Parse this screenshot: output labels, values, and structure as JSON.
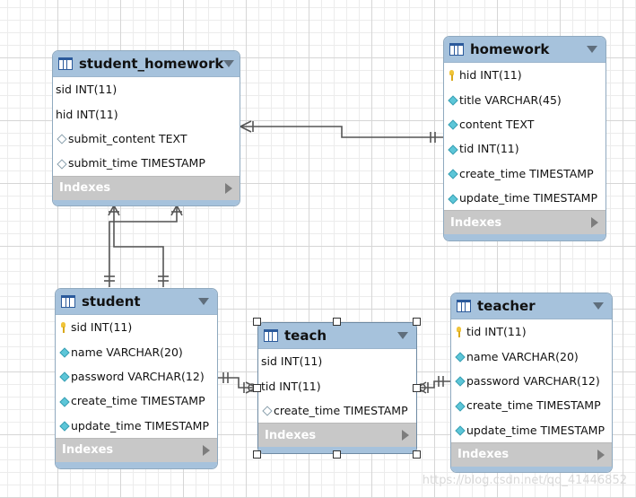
{
  "tables": {
    "student_homework": {
      "name": "student_homework",
      "columns": [
        {
          "icon": "none",
          "text": "sid INT(11)"
        },
        {
          "icon": "none",
          "text": "hid INT(11)"
        },
        {
          "icon": "diamond-empty",
          "text": "submit_content TEXT"
        },
        {
          "icon": "diamond-empty",
          "text": "submit_time TIMESTAMP"
        }
      ],
      "indexes_label": "Indexes"
    },
    "homework": {
      "name": "homework",
      "columns": [
        {
          "icon": "key",
          "text": "hid INT(11)"
        },
        {
          "icon": "diamond",
          "text": "title VARCHAR(45)"
        },
        {
          "icon": "diamond",
          "text": "content TEXT"
        },
        {
          "icon": "diamond",
          "text": "tid INT(11)"
        },
        {
          "icon": "diamond",
          "text": "create_time TIMESTAMP"
        },
        {
          "icon": "diamond",
          "text": "update_time TIMESTAMP"
        }
      ],
      "indexes_label": "Indexes"
    },
    "student": {
      "name": "student",
      "columns": [
        {
          "icon": "key",
          "text": "sid INT(11)"
        },
        {
          "icon": "diamond",
          "text": "name VARCHAR(20)"
        },
        {
          "icon": "diamond",
          "text": "password VARCHAR(12)"
        },
        {
          "icon": "diamond",
          "text": "create_time TIMESTAMP"
        },
        {
          "icon": "diamond",
          "text": "update_time TIMESTAMP"
        }
      ],
      "indexes_label": "Indexes"
    },
    "teach": {
      "name": "teach",
      "columns": [
        {
          "icon": "none",
          "text": "sid INT(11)"
        },
        {
          "icon": "none",
          "text": "tid INT(11)"
        },
        {
          "icon": "diamond-empty",
          "text": "create_time TIMESTAMP"
        }
      ],
      "indexes_label": "Indexes"
    },
    "teacher": {
      "name": "teacher",
      "columns": [
        {
          "icon": "key",
          "text": "tid INT(11)"
        },
        {
          "icon": "diamond",
          "text": "name VARCHAR(20)"
        },
        {
          "icon": "diamond",
          "text": "password VARCHAR(12)"
        },
        {
          "icon": "diamond",
          "text": "create_time TIMESTAMP"
        },
        {
          "icon": "diamond",
          "text": "update_time TIMESTAMP"
        }
      ],
      "indexes_label": "Indexes"
    }
  },
  "watermark": "https://blog.csdn.net/qq_41446852",
  "colors": {
    "header": "#a6c2dc",
    "indexes_bar": "#c8c8c8",
    "connector": "#555555",
    "primary_key_icon": "#f0c43a",
    "column_icon": "#5cc6d8"
  }
}
